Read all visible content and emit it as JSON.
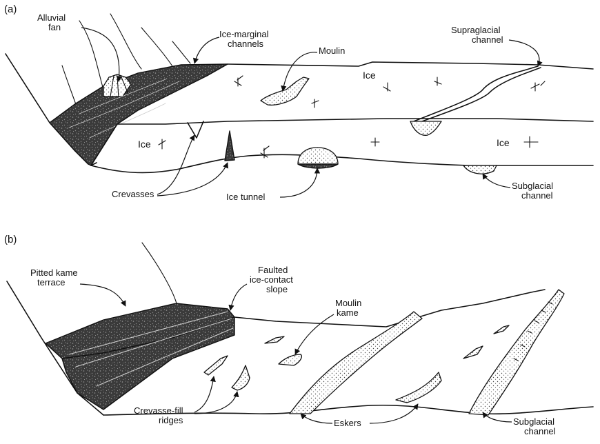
{
  "panel_a": {
    "letter": "(a)",
    "labels": {
      "alluvial_fan": [
        "Alluvial",
        "fan"
      ],
      "ice_marginal": [
        "Ice-marginal",
        "channels"
      ],
      "moulin": "Moulin",
      "supraglacial": [
        "Supraglacial",
        "channel"
      ],
      "ice_1": "Ice",
      "ice_2": "Ice",
      "ice_3": "Ice",
      "crevasses": "Crevasses",
      "ice_tunnel": "Ice tunnel",
      "subglacial": [
        "Subglacial",
        "channel"
      ]
    }
  },
  "panel_b": {
    "letter": "(b)",
    "labels": {
      "kame_terrace": [
        "Pitted kame",
        "terrace"
      ],
      "faulted": [
        "Faulted",
        "ice-contact",
        "slope"
      ],
      "moulin_kame": [
        "Moulin",
        "kame"
      ],
      "crevasse_fill": [
        "Crevasse-fill",
        "ridges"
      ],
      "eskers": "Eskers",
      "subglacial": [
        "Subglacial",
        "channel"
      ]
    }
  }
}
